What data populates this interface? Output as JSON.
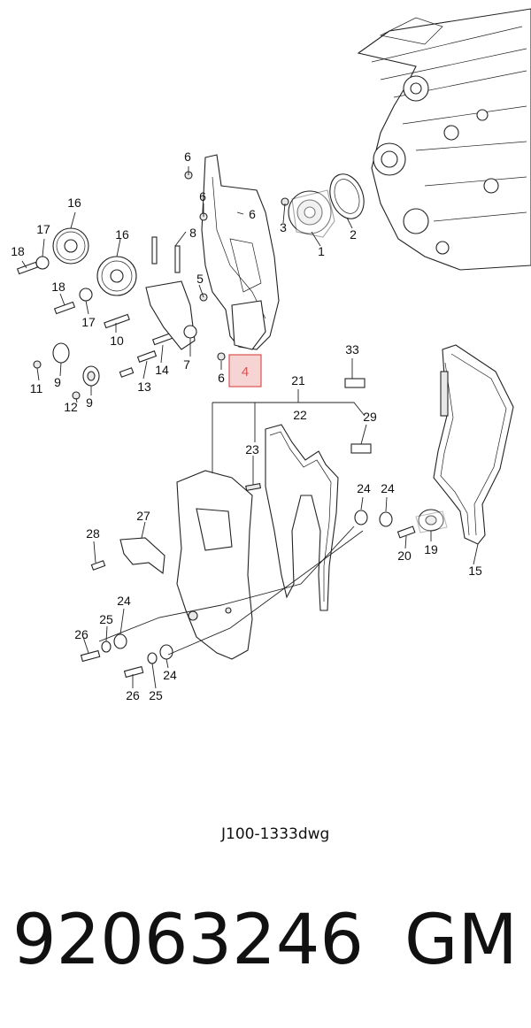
{
  "diagram": {
    "drawing_code": "J100-1333dwg",
    "highlighted_callout": "4",
    "callouts": [
      "1",
      "2",
      "3",
      "4",
      "5",
      "6",
      "7",
      "8",
      "9",
      "10",
      "11",
      "12",
      "13",
      "14",
      "15",
      "16",
      "17",
      "18",
      "19",
      "20",
      "21",
      "22",
      "23",
      "24",
      "25",
      "26",
      "27",
      "28",
      "29",
      "33"
    ]
  },
  "part": {
    "number": "92063246",
    "brand": "GM"
  },
  "colors": {
    "highlight": "#d9534f",
    "highlight_fill": "#f7d4d4",
    "ink": "#222222"
  }
}
